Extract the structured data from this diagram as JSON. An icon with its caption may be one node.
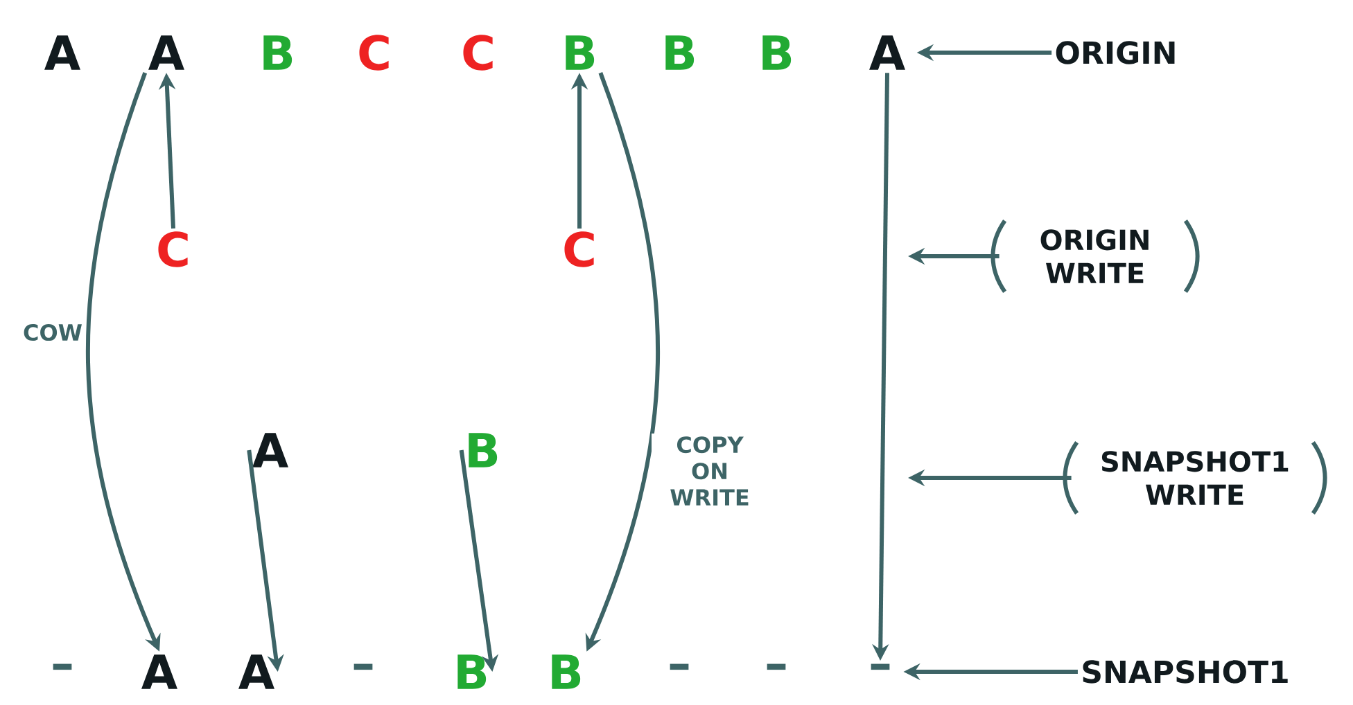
{
  "diagram": {
    "nodes": [
      {
        "text": [
          "A"
        ]
      },
      {
        "text": [
          "A"
        ]
      },
      {
        "text": [
          "B"
        ]
      },
      {
        "text": [
          "C"
        ]
      },
      {
        "text": [
          "C"
        ]
      },
      {
        "text": [
          "B"
        ]
      },
      {
        "text": [
          "B"
        ]
      },
      {
        "text": [
          "B"
        ]
      },
      {
        "text": [
          "A"
        ]
      },
      {
        "text": [
          "ORIGIN"
        ]
      },
      {
        "text": [
          "C"
        ]
      },
      {
        "text": [
          "C"
        ]
      },
      {
        "text": [
          "A"
        ]
      },
      {
        "text": [
          "B"
        ]
      },
      {
        "text": [
          "–"
        ]
      },
      {
        "text": [
          "A"
        ]
      },
      {
        "text": [
          "A"
        ]
      },
      {
        "text": [
          "–"
        ]
      },
      {
        "text": [
          "B"
        ]
      },
      {
        "text": [
          "B"
        ]
      },
      {
        "text": [
          "–"
        ]
      },
      {
        "text": [
          "–"
        ]
      },
      {
        "text": [
          "–"
        ]
      },
      {
        "text": [
          "SNAPSHOT1"
        ]
      },
      {
        "text": [
          "ORIGIN WRITE"
        ]
      },
      {
        "text": [
          "SNAPSHOT1 WRITE"
        ]
      }
    ],
    "edges": [
      {
        "from": 9,
        "to": 8,
        "arrow": "to"
      },
      {
        "from": 10,
        "to": 1,
        "arrow": "to"
      },
      {
        "from": 11,
        "to": 5,
        "arrow": "to"
      },
      {
        "from": 1,
        "to": 15,
        "arrow": "to",
        "label": "COW"
      },
      {
        "from": 5,
        "to": 19,
        "arrow": "to",
        "label": "COPY ON WRITE"
      },
      {
        "from": 12,
        "to": 16,
        "arrow": "to"
      },
      {
        "from": 13,
        "to": 18,
        "arrow": "to"
      },
      {
        "from": 8,
        "to": 22,
        "arrow": "to"
      },
      {
        "from": 24,
        "to": null,
        "arrow": "to"
      },
      {
        "from": 25,
        "to": null,
        "arrow": "to"
      },
      {
        "from": 23,
        "to": 22,
        "arrow": "to"
      }
    ]
  }
}
